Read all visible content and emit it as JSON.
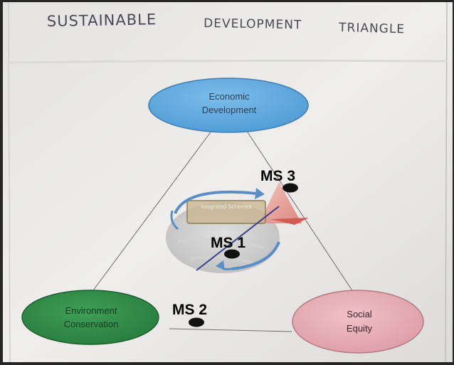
{
  "title": {
    "word1": "SUSTAINABLE",
    "word2": "DEVELOPMENT",
    "word3": "TRIANGLE"
  },
  "nodes": {
    "economic": {
      "line1": "Economic",
      "line2": "Development",
      "color": "#5aa6dd"
    },
    "environment": {
      "line1": "Environment",
      "line2": "Conservation",
      "color": "#2f8a45"
    },
    "social": {
      "line1": "Social",
      "line2": "Equity",
      "color": "#e4a6ae"
    }
  },
  "markers": {
    "ms1": "MS 1",
    "ms2": "MS 2",
    "ms3": "MS 3"
  },
  "inset": {
    "label": "Integrated Schemes"
  },
  "colors": {
    "board": "#ecebea",
    "ink": "#4a4a52",
    "triangle_fill": "#e8a39f",
    "triangle_accent": "#c9524a",
    "arrow": "#5b8ec6",
    "marker": "#111111"
  }
}
